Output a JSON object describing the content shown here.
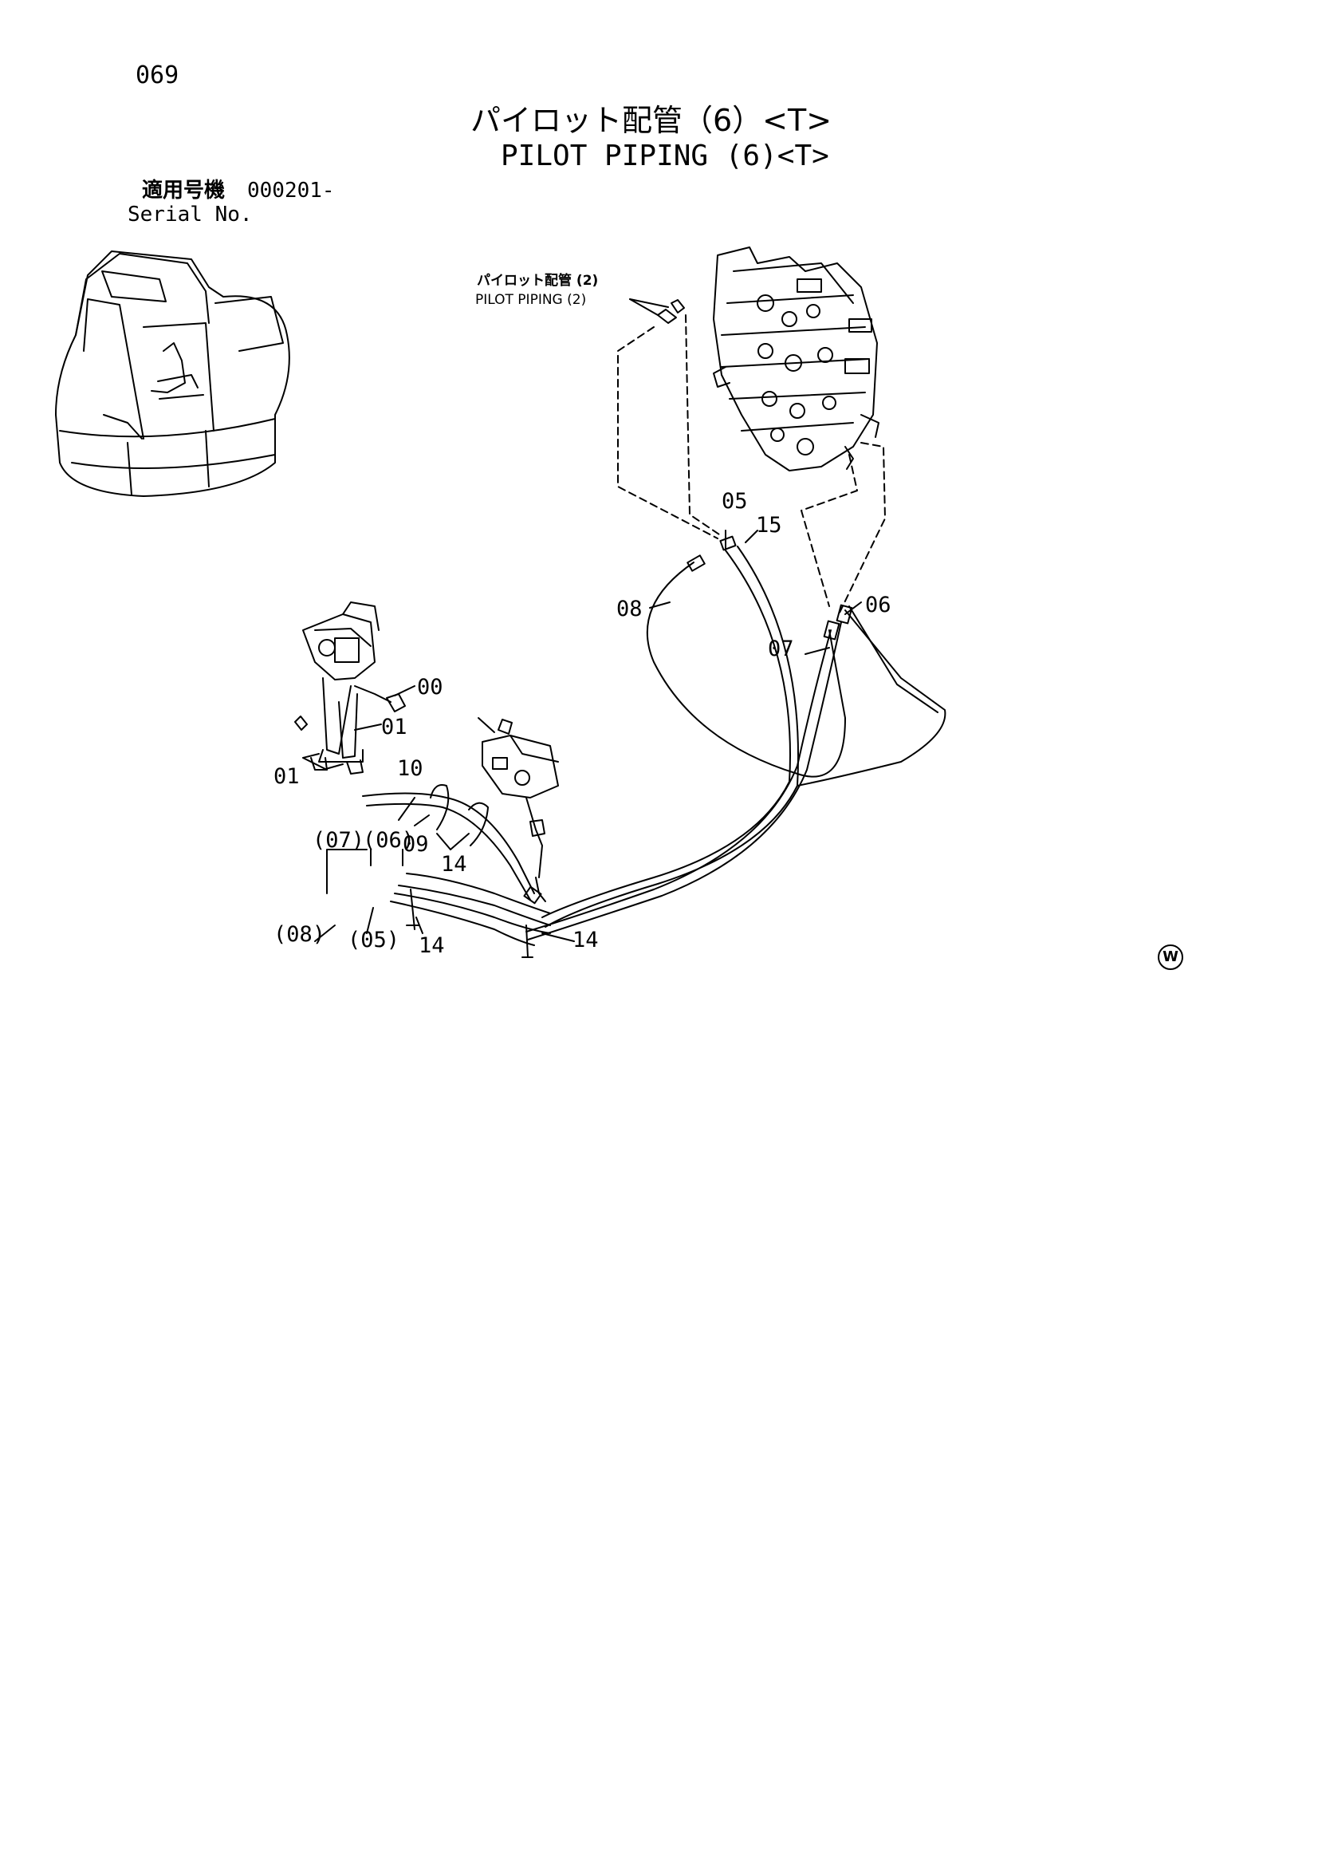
{
  "header": {
    "page_number": "069",
    "title_jp": "パイロット配管（6）<T>",
    "title_en": "PILOT PIPING (6)<T>",
    "serial_label_jp": "適用号機",
    "serial_value": "000201-",
    "serial_label_en": "Serial No."
  },
  "reference": {
    "label_jp": "パイロット配管 (2)",
    "label_en": "PILOT PIPING (2)"
  },
  "callouts": {
    "c05_top": "05",
    "c15": "15",
    "c08": "08",
    "c06": "06",
    "c07": "07",
    "c00": "00",
    "c01_right": "01",
    "c01_left": "01",
    "c10": "10",
    "c07p": "(07)",
    "c06p": "(06)",
    "c09": "09",
    "c14_mid": "14",
    "c08p": "(08)",
    "c05p": "(05)",
    "c14_low": "14",
    "c14_right": "14"
  },
  "watermark_symbol": "W"
}
